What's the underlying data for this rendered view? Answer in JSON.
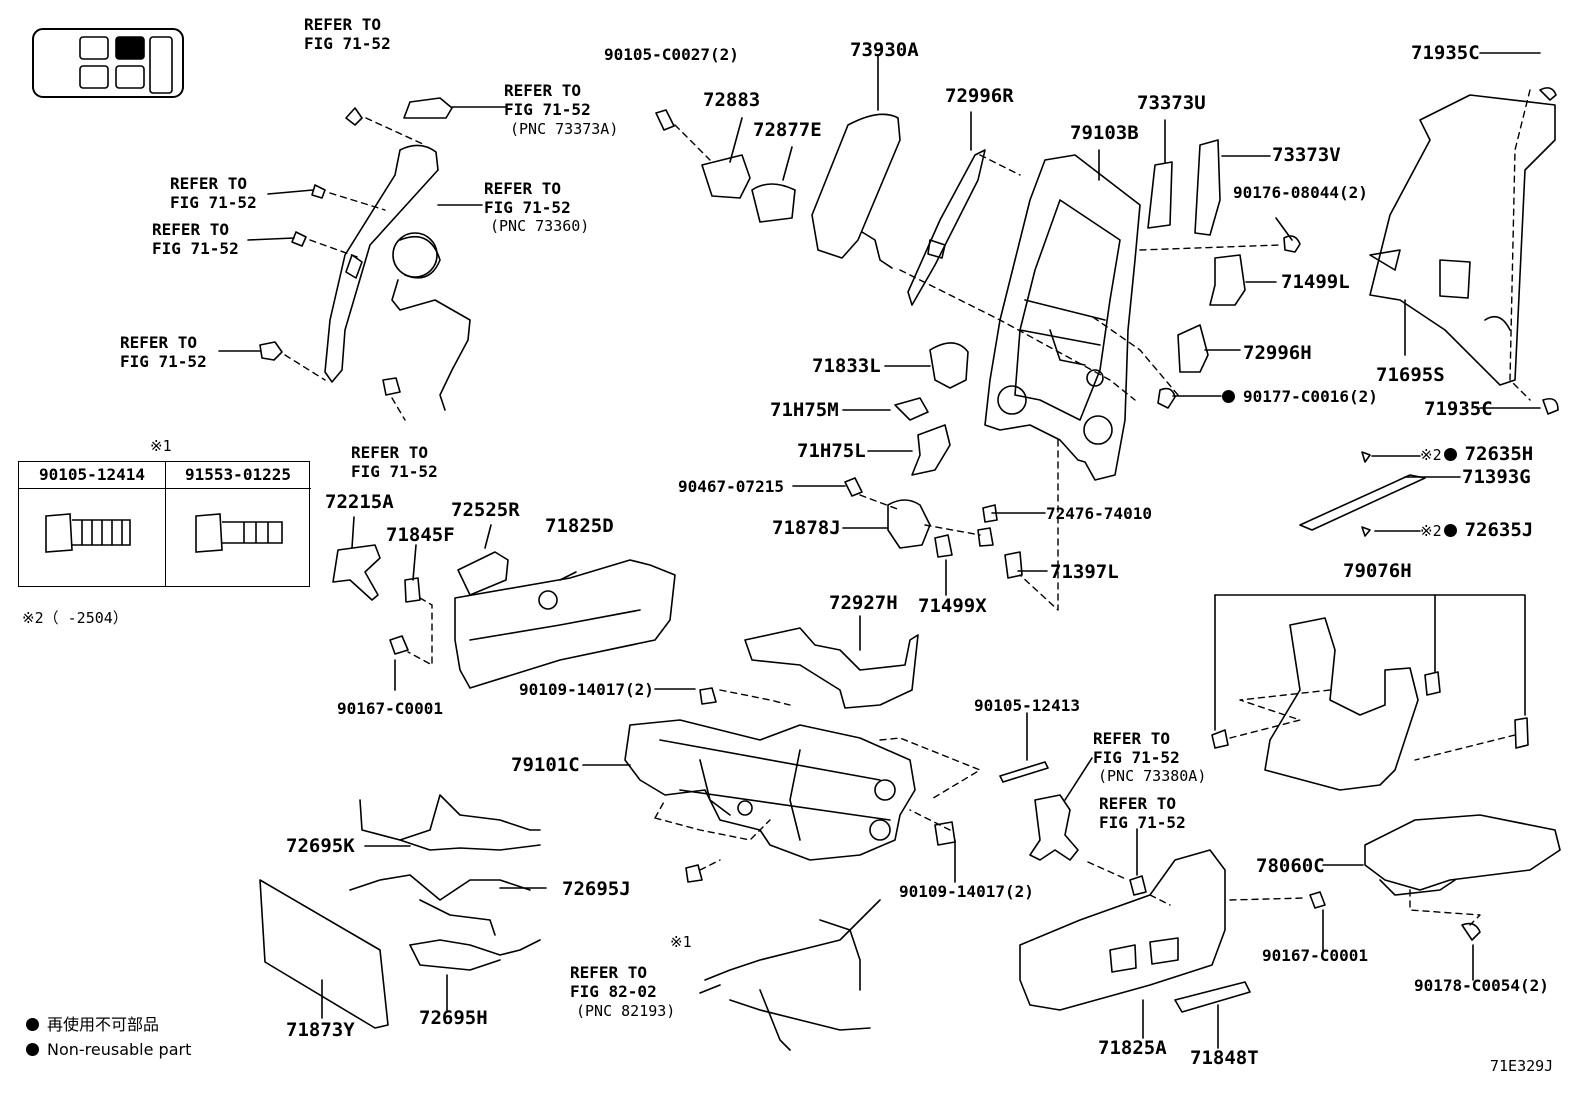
{
  "parts": {
    "p73930A": "73930A",
    "p72996R": "72996R",
    "p71935C_top": "71935C",
    "p90105_C0027": "90105-C0027(2)",
    "p72883": "72883",
    "p72877E": "72877E",
    "p73373U": "73373U",
    "p79103B": "79103B",
    "p73373V": "73373V",
    "p90176_08044": "90176-08044(2)",
    "p71499L": "71499L",
    "p72996H": "72996H",
    "p71833L": "71833L",
    "p71695S": "71695S",
    "p90177_C0016": "90177-C0016(2)",
    "p71935C_bot": "71935C",
    "p71H75M": "71H75M",
    "p71H75L": "71H75L",
    "p72635H": "72635H",
    "p71393G": "71393G",
    "p72635J": "72635J",
    "p90467_07215": "90467-07215",
    "p72476_74010": "72476-74010",
    "p71878J": "71878J",
    "p71397L": "71397L",
    "p71499X": "71499X",
    "p79076H": "79076H",
    "p72215A": "72215A",
    "p71845F": "71845F",
    "p72525R": "72525R",
    "p71825D": "71825D",
    "p90167_C0001_left": "90167-C0001",
    "p72927H": "72927H",
    "p90109_14017_top": "90109-14017(2)",
    "p90105_12413": "90105-12413",
    "p79101C": "79101C",
    "p72695K": "72695K",
    "p72695J": "72695J",
    "p72695H": "72695H",
    "p71873Y": "71873Y",
    "p90109_14017_bot": "90109-14017(2)",
    "p78060C": "78060C",
    "p90167_C0001_right": "90167-C0001",
    "p90178_C0054": "90178-C0054(2)",
    "p71825A": "71825A",
    "p71848T": "71848T"
  },
  "refs": {
    "refer_to": "REFER TO",
    "fig_71_52": "FIG 71-52",
    "fig_82_02": "FIG 82-02",
    "pnc_73373A": "(PNC 73373A)",
    "pnc_73360": "(PNC 73360)",
    "pnc_73380A": "(PNC 73380A)",
    "pnc_82193": "(PNC 82193)"
  },
  "marks": {
    "note1": "※1",
    "note2": "※2",
    "note2_detail": "※2（      -2504）"
  },
  "bolt_table": {
    "col1": "90105-12414",
    "col2": "91553-01225"
  },
  "legend": {
    "jp": "再使用不可部品",
    "en": "Non-reusable part"
  },
  "figure_code": "71E329J"
}
